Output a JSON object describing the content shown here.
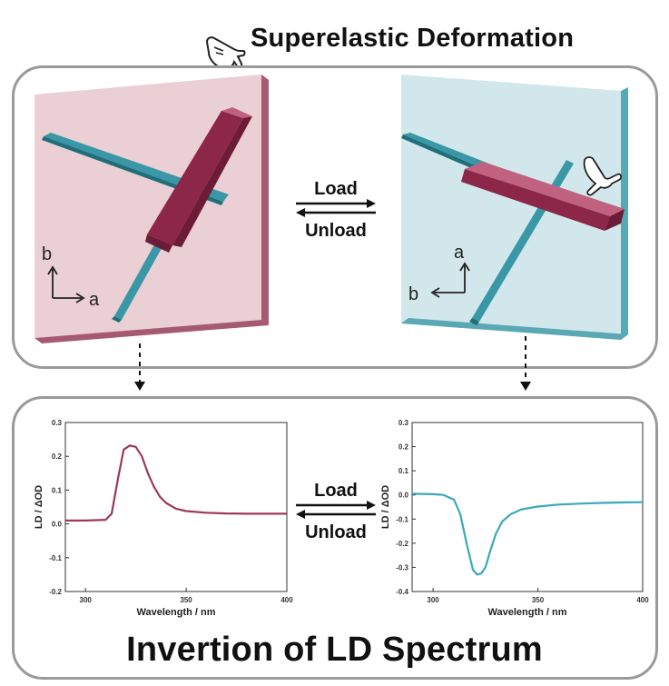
{
  "header": {
    "title": "Superelastic Deformation",
    "hand_icon": "pointing-hand-icon"
  },
  "top_panel": {
    "left_axes": {
      "vertical": "b",
      "horizontal": "a"
    },
    "right_axes": {
      "vertical": "a",
      "horizontal": "b"
    },
    "forward_label": "Load",
    "reverse_label": "Unload",
    "colors": {
      "left_plate": "#e9cfd4",
      "right_plate": "#cfe6ea",
      "rod_teal": "#2d8f9c",
      "block_maroon": "#8a2547"
    }
  },
  "bottom_panel": {
    "forward_label": "Load",
    "reverse_label": "Unload",
    "title": "Invertion of LD Spectrum"
  },
  "chart_data": [
    {
      "type": "line",
      "title": "",
      "xlabel": "Wavelength / nm",
      "ylabel": "LD / ΔOD",
      "xlim": [
        290,
        400
      ],
      "ylim": [
        -0.2,
        0.3
      ],
      "xticks": [
        300,
        350,
        400
      ],
      "yticks": [
        -0.2,
        -0.1,
        0.0,
        0.1,
        0.2,
        0.3
      ],
      "series": [
        {
          "color": "#9a3a55",
          "x": [
            290,
            300,
            310,
            313,
            316,
            319,
            322,
            325,
            328,
            331,
            334,
            337,
            340,
            345,
            350,
            360,
            370,
            380,
            390,
            400
          ],
          "y": [
            0.01,
            0.01,
            0.012,
            0.03,
            0.13,
            0.22,
            0.232,
            0.228,
            0.2,
            0.15,
            0.11,
            0.08,
            0.062,
            0.045,
            0.038,
            0.033,
            0.031,
            0.03,
            0.03,
            0.03
          ]
        }
      ]
    },
    {
      "type": "line",
      "title": "",
      "xlabel": "Wavelength / nm",
      "ylabel": "LD / ΔOD",
      "xlim": [
        290,
        400
      ],
      "ylim": [
        -0.4,
        0.3
      ],
      "xticks": [
        300,
        350,
        400
      ],
      "yticks": [
        -0.4,
        -0.3,
        -0.2,
        -0.1,
        0.0,
        0.1,
        0.2,
        0.3
      ],
      "series": [
        {
          "color": "#3aa9b8",
          "x": [
            290,
            300,
            305,
            310,
            313,
            316,
            319,
            321,
            323,
            325,
            327,
            330,
            333,
            337,
            342,
            350,
            360,
            370,
            380,
            390,
            400
          ],
          "y": [
            0.005,
            0.003,
            0.0,
            -0.02,
            -0.08,
            -0.2,
            -0.31,
            -0.33,
            -0.325,
            -0.3,
            -0.24,
            -0.16,
            -0.11,
            -0.08,
            -0.06,
            -0.048,
            -0.04,
            -0.036,
            -0.033,
            -0.031,
            -0.03
          ]
        }
      ]
    }
  ]
}
